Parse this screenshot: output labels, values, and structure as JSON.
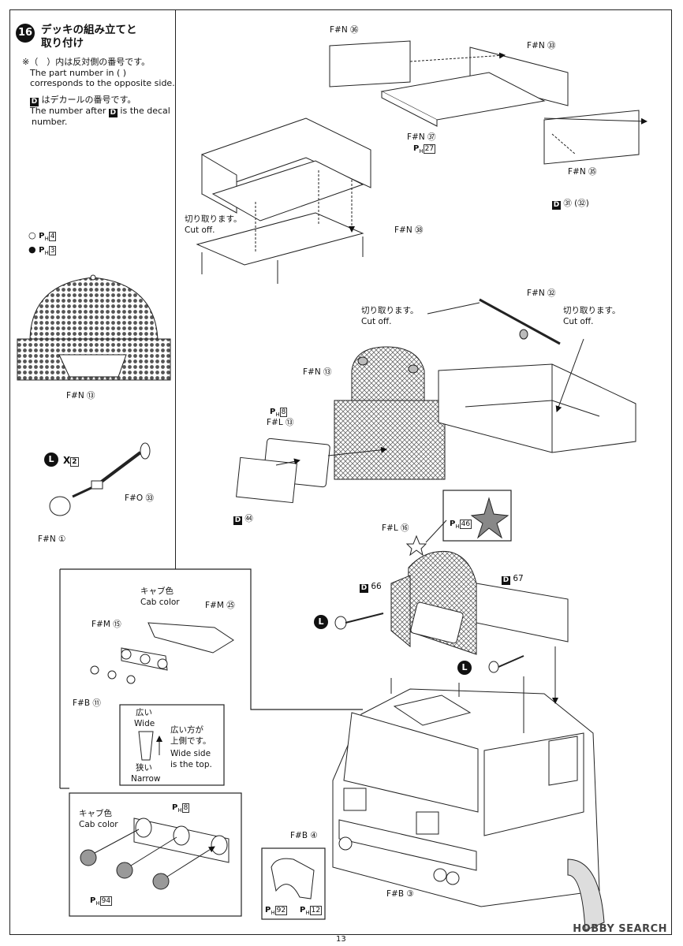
{
  "step": {
    "number": "16",
    "title_line1": "デッキの組み立てと",
    "title_line2": "取り付け"
  },
  "notes": {
    "paren_jp": "※（　）内は反対側の番号です。",
    "paren_en1": "The part number in (    )",
    "paren_en2": "corresponds to the opposite side.",
    "decal_jp": "はデカールの番号です。",
    "decal_en1": "The number after",
    "decal_en2": "is the decal",
    "decal_en3": "number."
  },
  "legend": {
    "open_label": "4",
    "filled_label": "3"
  },
  "labels": {
    "fn13_left": "F#N ⑬",
    "fn36": "F#N ㊱",
    "fn33": "F#N ㉝",
    "fn37": "F#N ㊲",
    "ph27": "27",
    "fn35": "F#N ㉟",
    "d31": "㉛ (㉜)",
    "cut_jp": "切り取ります。",
    "cut_en": "Cut off.",
    "fn38": "F#N ㊳",
    "fn32": "F#N ㉜",
    "fn13_mid": "F#N ⑬",
    "ph8_mid": "8",
    "fl13": "F#L ⑬",
    "d54": "㊹",
    "fo33": "F#O ㉝",
    "fn1": "F#N ①",
    "x2": "X",
    "x2_num": "2",
    "fl16": "F#L ⑯",
    "ph46": "46",
    "d66": "66",
    "d67": "67",
    "cab_color_jp": "キャブ色",
    "cab_color_en": "Cab color",
    "fm25": "F#M ㉕",
    "fm15": "F#M ⑮",
    "fb11": "F#B ⑪",
    "wide_jp": "広い",
    "wide_en": "Wide",
    "narrow_jp": "狭い",
    "narrow_en": "Narrow",
    "widetop_jp1": "広い方が",
    "widetop_jp2": "上側です。",
    "widetop_en1": "Wide side",
    "widetop_en2": "is the top.",
    "ph8_low": "8",
    "ph94": "94",
    "fb4": "F#B ④",
    "fb3": "F#B ③",
    "ph92": "92",
    "ph12": "12"
  },
  "page_number": "13",
  "watermark": "HOBBY SEARCH"
}
